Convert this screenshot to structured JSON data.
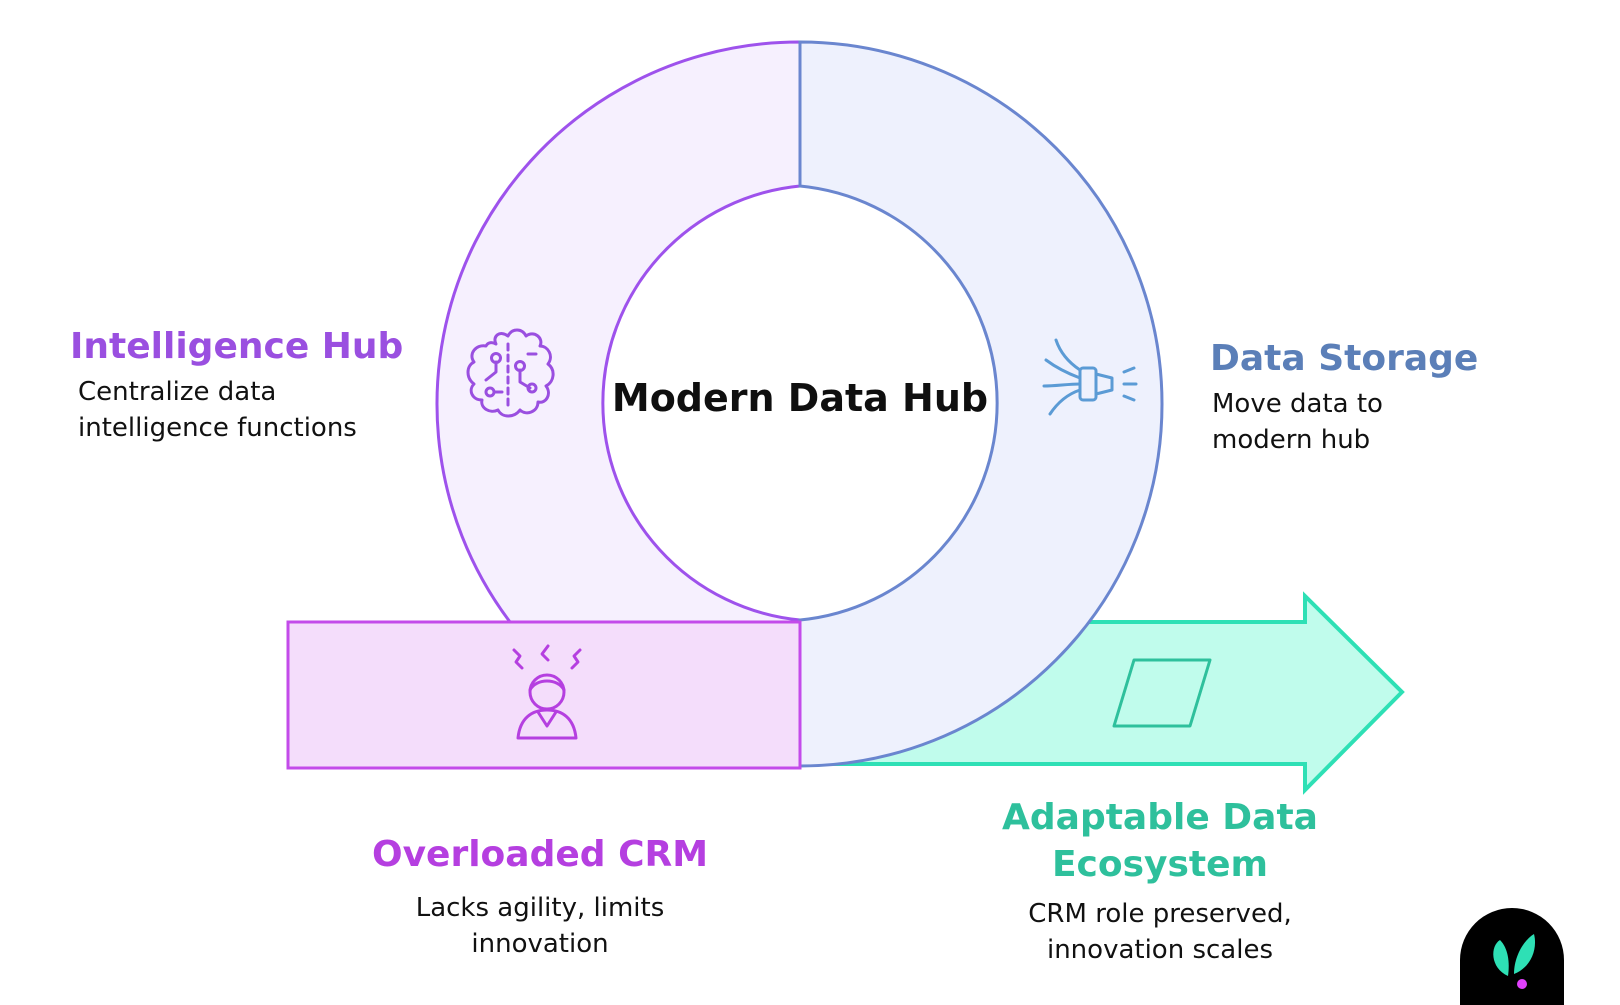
{
  "center": {
    "title": "Modern Data Hub"
  },
  "sections": {
    "intelligence_hub": {
      "title": "Intelligence Hub",
      "description": [
        "Centralize data",
        "intelligence functions"
      ],
      "icon": "brain-circuit-icon",
      "color": "#9A4FE0"
    },
    "data_storage": {
      "title": "Data Storage",
      "description": [
        "Move data to",
        "modern hub"
      ],
      "icon": "data-plug-icon",
      "color": "#5B7FB8"
    },
    "overloaded_crm": {
      "title": "Overloaded CRM",
      "description": [
        "Lacks agility, limits",
        "innovation"
      ],
      "icon": "stressed-person-icon",
      "color": "#B53FE0"
    },
    "adaptable_ecosystem": {
      "title": [
        "Adaptable Data",
        "Ecosystem"
      ],
      "description": [
        "CRM role preserved,",
        "innovation scales"
      ],
      "icon": "parallelogram-icon",
      "color": "#2EC09C"
    }
  },
  "logo": {
    "icon": "leaf-logo-icon"
  }
}
